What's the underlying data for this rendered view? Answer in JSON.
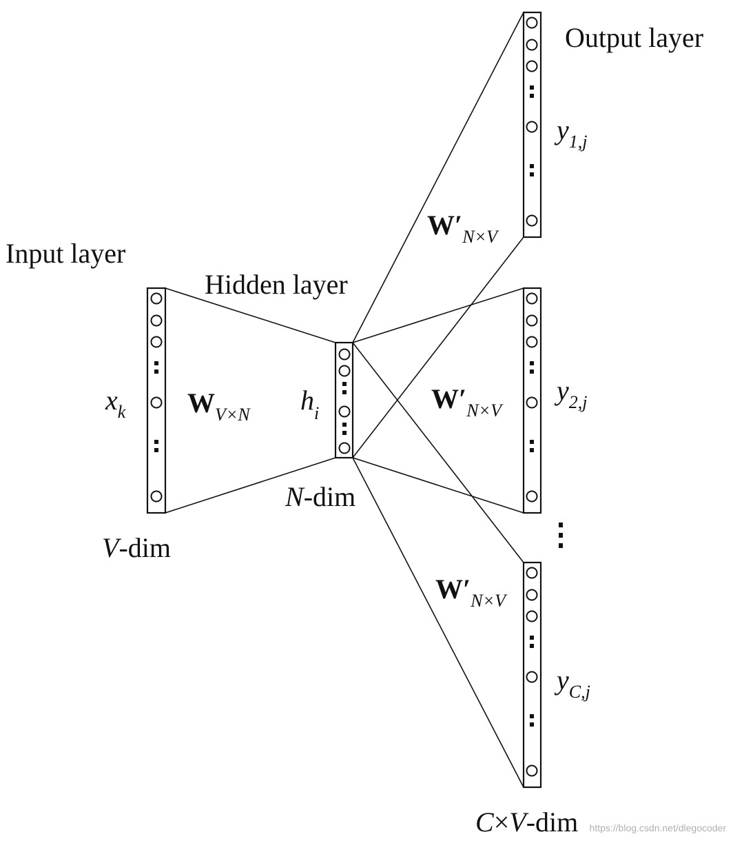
{
  "labels": {
    "input_layer": "Input layer",
    "hidden_layer": "Hidden layer",
    "output_layer": "Output layer",
    "v_dim_var": "V",
    "v_dim_rest": "-dim",
    "n_dim_var": "N",
    "n_dim_rest": "-dim",
    "cv_dim_var1": "C",
    "cv_dim_times": "×",
    "cv_dim_var2": "V",
    "cv_dim_rest": "-dim"
  },
  "input": {
    "var": "x",
    "sub": "k"
  },
  "hidden": {
    "var": "h",
    "sub": "i"
  },
  "weights": {
    "input": {
      "main": "W",
      "sub": "V×N"
    },
    "output": {
      "main": "W′",
      "sub": "N×V"
    }
  },
  "outputs": [
    {
      "var": "y",
      "sub": "1,j"
    },
    {
      "var": "y",
      "sub": "2,j"
    },
    {
      "var": "y",
      "sub": "C,j"
    }
  ],
  "watermark": "https://blog.csdn.net/dlegocoder"
}
